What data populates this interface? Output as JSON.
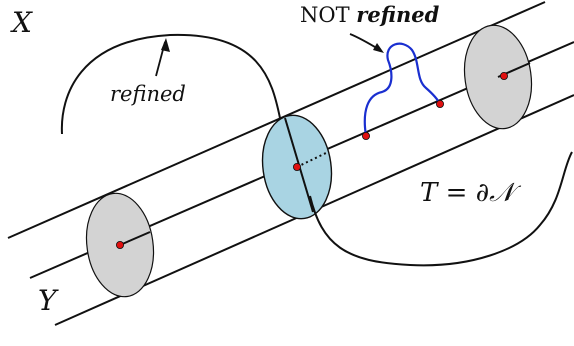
{
  "labels": {
    "x": "X",
    "y": "Y",
    "refined": "refined",
    "not_prefix": "NOT",
    "not_word": "refined",
    "t_formula": "T = ∂𝒩"
  },
  "colors": {
    "line": "#111111",
    "blue_curve": "#1a2fd0",
    "gray_disk": "#d3d3d3",
    "blue_disk": "#a9d4e3",
    "point": "#e01010"
  }
}
